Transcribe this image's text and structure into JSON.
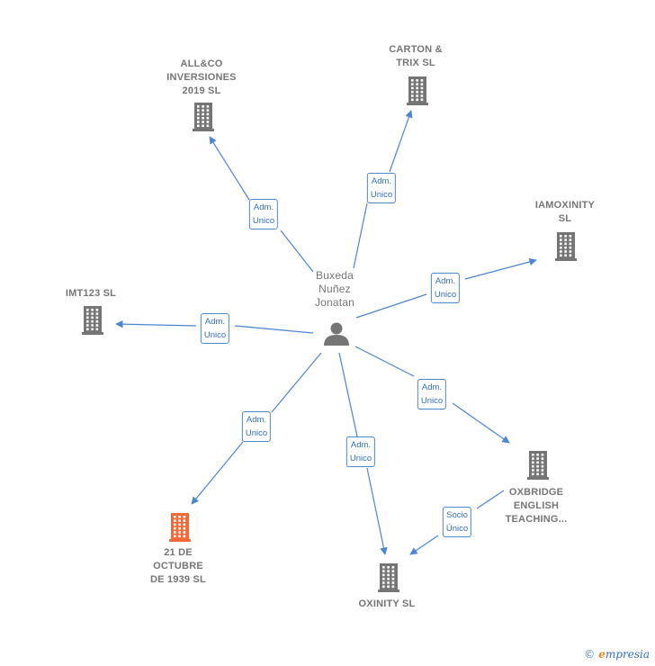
{
  "colors": {
    "edge": "#4a86d4",
    "building": "#757575",
    "building_highlight": "#f26a3a",
    "person": "#757575"
  },
  "person": {
    "name_line1": "Buxeda",
    "name_line2": "Nuñez",
    "name_line3": "Jonatan",
    "icon": "person-icon"
  },
  "companies": [
    {
      "id": "allco",
      "lines": [
        "ALL&CO",
        "INVERSIONES",
        "2019  SL"
      ],
      "highlight": false
    },
    {
      "id": "carton",
      "lines": [
        "CARTON &",
        "TRIX  SL"
      ],
      "highlight": false
    },
    {
      "id": "iamoxinity",
      "lines": [
        "IAMOXINITY",
        "SL"
      ],
      "highlight": false
    },
    {
      "id": "imt123",
      "lines": [
        "IMT123 SL"
      ],
      "highlight": false
    },
    {
      "id": "oxbridge",
      "lines": [
        "OXBRIDGE",
        "ENGLISH",
        "TEACHING..."
      ],
      "highlight": false
    },
    {
      "id": "octubre",
      "lines": [
        "21 DE",
        "OCTUBRE",
        "DE 1939  SL"
      ],
      "highlight": true
    },
    {
      "id": "oxinity",
      "lines": [
        "OXINITY  SL"
      ],
      "highlight": false
    }
  ],
  "edges": [
    {
      "id": "e-allco",
      "line1": "Adm.",
      "line2": "Unico"
    },
    {
      "id": "e-carton",
      "line1": "Adm.",
      "line2": "Unico"
    },
    {
      "id": "e-iamoxinity",
      "line1": "Adm.",
      "line2": "Unico"
    },
    {
      "id": "e-imt123",
      "line1": "Adm.",
      "line2": "Unico"
    },
    {
      "id": "e-oxbridge",
      "line1": "Adm.",
      "line2": "Unico"
    },
    {
      "id": "e-octubre",
      "line1": "Adm.",
      "line2": "Unico"
    },
    {
      "id": "e-oxinity",
      "line1": "Adm.",
      "line2": "Unico"
    },
    {
      "id": "e-socio",
      "line1": "Socio",
      "line2": "Único"
    }
  ],
  "brand": {
    "copyright": "©",
    "initial": "e",
    "rest": "mpresia"
  }
}
